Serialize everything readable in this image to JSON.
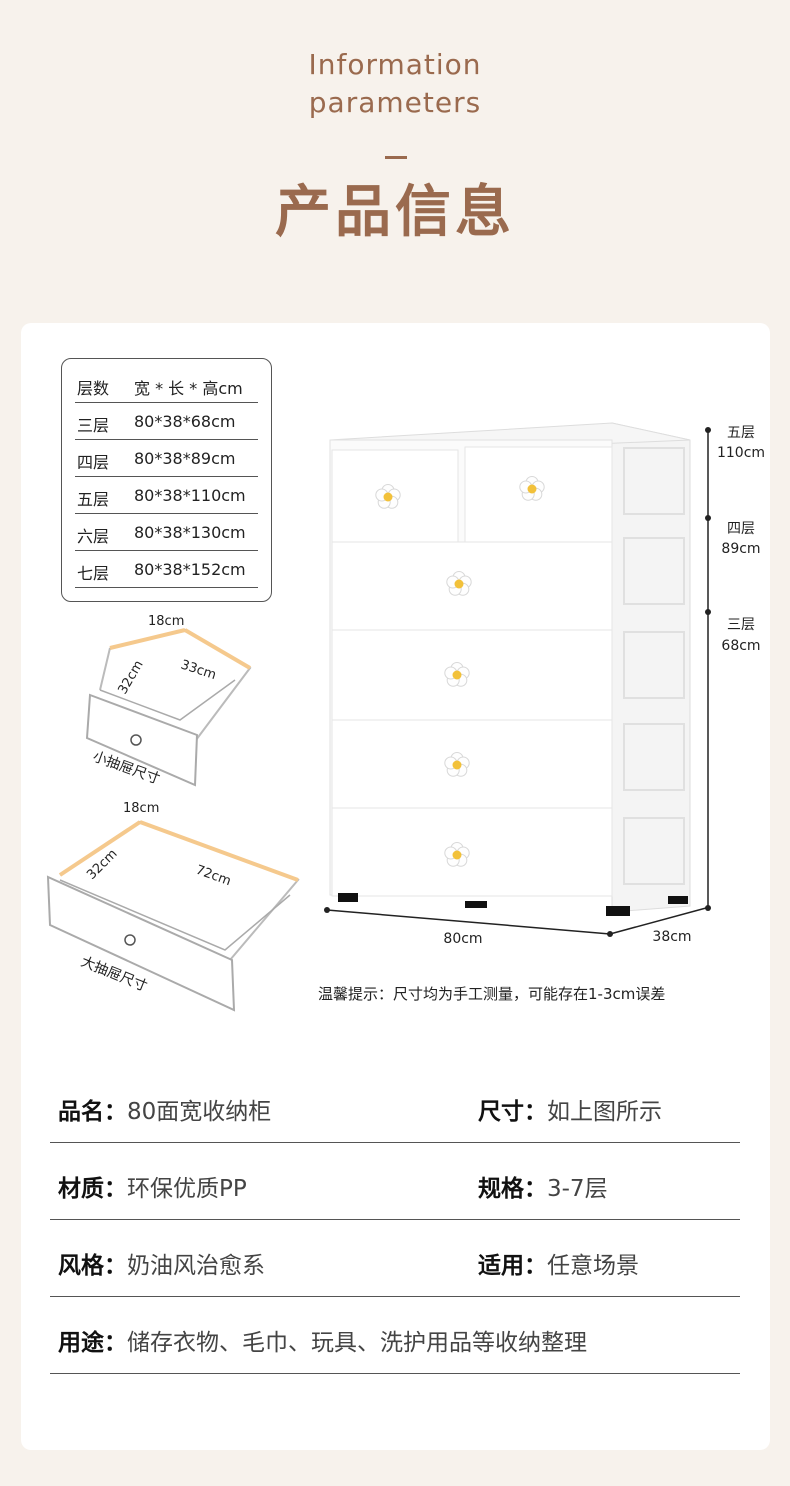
{
  "header": {
    "en_line1": "Information",
    "en_line2": "parameters",
    "cn_title": "产品信息"
  },
  "size_table": {
    "header": {
      "col1": "层数",
      "col2": "宽 * 长 * 高cm"
    },
    "rows": [
      {
        "col1": "三层",
        "col2": "80*38*68cm"
      },
      {
        "col1": "四层",
        "col2": "80*38*89cm"
      },
      {
        "col1": "五层",
        "col2": "80*38*110cm"
      },
      {
        "col1": "六层",
        "col2": "80*38*130cm"
      },
      {
        "col1": "七层",
        "col2": "80*38*152cm"
      }
    ]
  },
  "small_drawer": {
    "width": "18cm",
    "depth": "33cm",
    "side": "32cm",
    "caption": "小抽屉尺寸"
  },
  "large_drawer": {
    "width": "18cm",
    "depth": "72cm",
    "side": "32cm",
    "caption": "大抽屉尺寸"
  },
  "cabinet": {
    "height_marks": [
      {
        "tier": "五层",
        "height": "110cm"
      },
      {
        "tier": "四层",
        "height": "89cm"
      },
      {
        "tier": "三层",
        "height": "68cm"
      }
    ],
    "width_label": "80cm",
    "depth_label": "38cm"
  },
  "tip": "温馨提示：尺寸均为手工测量，可能存在1-3cm误差",
  "specs": {
    "name_label": "品名：",
    "name_value": "80面宽收纳柜",
    "size_label": "尺寸：",
    "size_value": "如上图所示",
    "material_label": "材质：",
    "material_value": "环保优质PP",
    "spec_label": "规格：",
    "spec_value": "3-7层",
    "style_label": "风格：",
    "style_value": "奶油风治愈系",
    "apply_label": "适用：",
    "apply_value": "任意场景",
    "use_label": "用途：",
    "use_value": "储存衣物、毛巾、玩具、洗护用品等收纳整理"
  },
  "colors": {
    "accent": "#9a6a4e",
    "background": "#f7f2ec",
    "card": "#ffffff",
    "knob_center": "#f2c13a"
  }
}
